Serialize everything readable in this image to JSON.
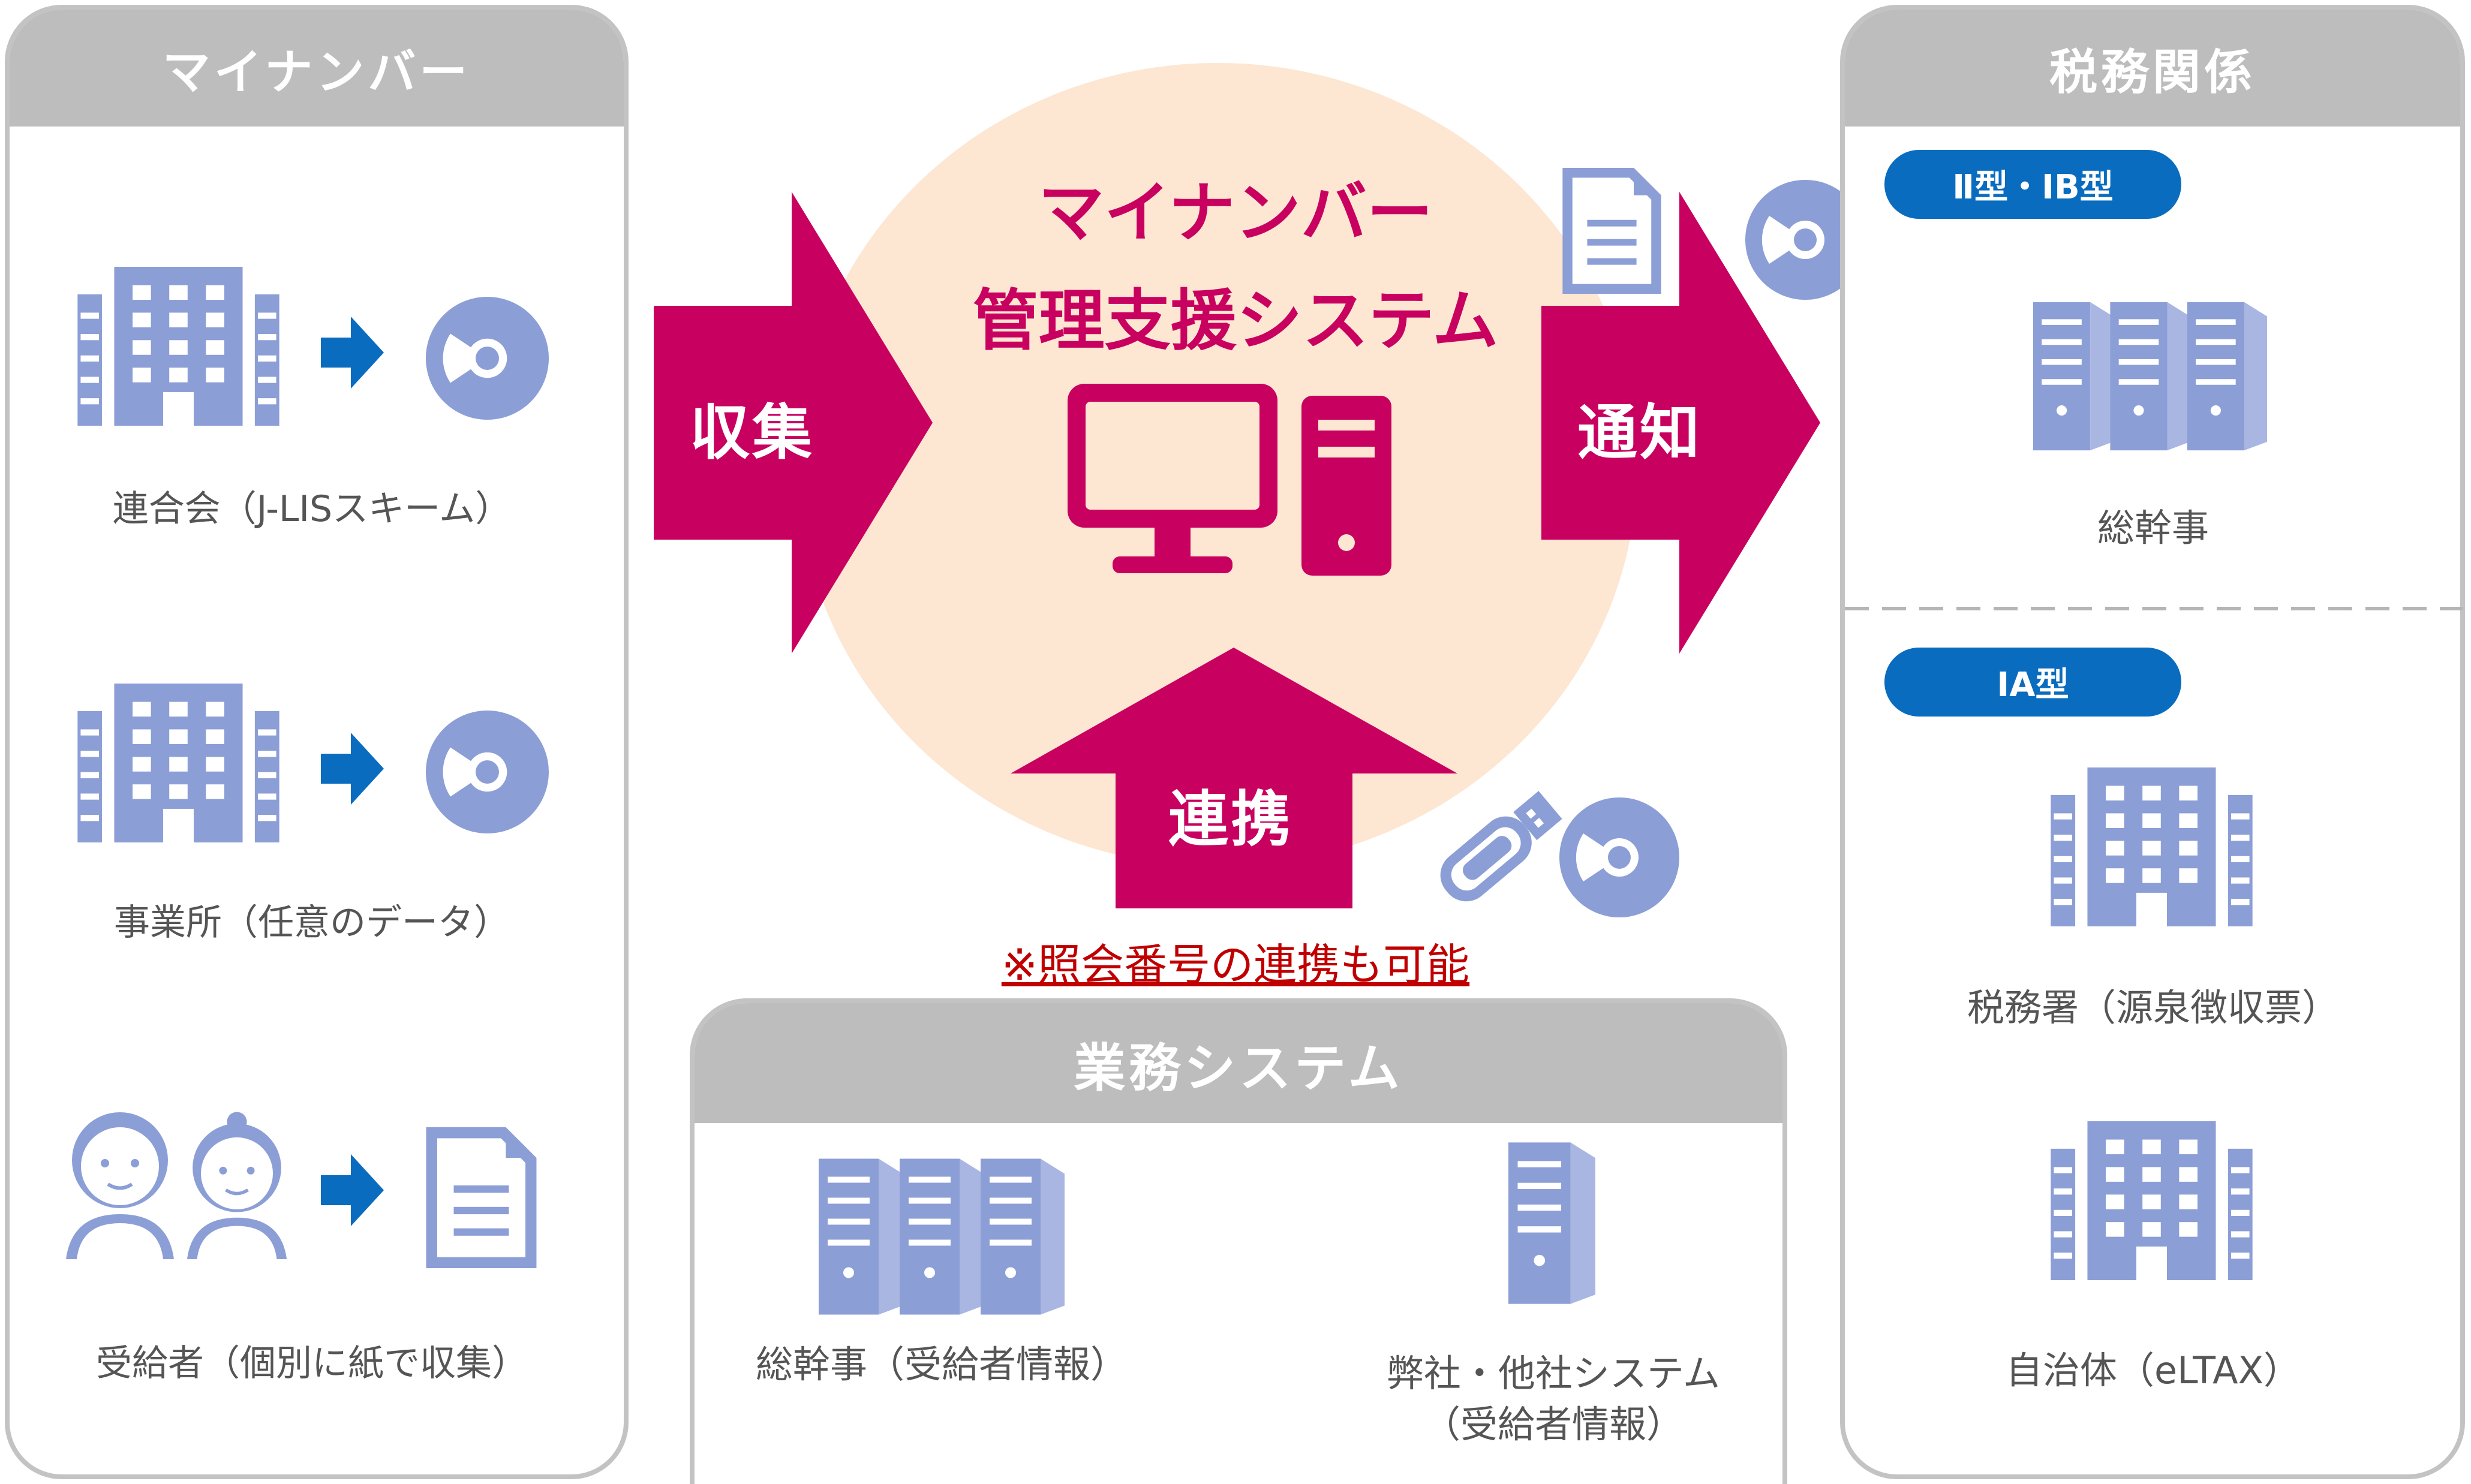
{
  "colors": {
    "magenta": "#c8005f",
    "icon_blue": "#8c9ed6",
    "arrow_blue": "#0a6cbf",
    "panel_border": "#c3c3c3",
    "header_gray": "#bdbdbd",
    "circle_bg": "#fde6d2",
    "note_red": "#c00000"
  },
  "left_panel": {
    "header": "マイナンバー",
    "rows": [
      {
        "caption": "連合会（J-LISスキーム）",
        "source_icon": "office-building-icon",
        "target_icon": "cd-disc-icon"
      },
      {
        "caption": "事業所（任意のデータ）",
        "source_icon": "office-building-icon",
        "target_icon": "cd-disc-icon"
      },
      {
        "caption": "受給者（個別に紙で収集）",
        "source_icon": "elderly-couple-icon",
        "target_icon": "paper-document-icon"
      }
    ]
  },
  "center": {
    "title_line1": "マイナンバー",
    "title_line2": "管理支援システム",
    "icon": "desktop-computer-icon",
    "collect_label": "収集",
    "notify_label": "通知",
    "link_label": "連携",
    "note": "※照会番号の連携も可能",
    "media_icons": [
      "usb-drive-icon",
      "cd-disc-icon",
      "paper-document-icon"
    ]
  },
  "bottom_panel": {
    "header": "業務システム",
    "items": [
      {
        "caption": "総幹事（受給者情報）",
        "icon": "server-rack-icon"
      },
      {
        "caption_line1": "弊社・他社システム",
        "caption_line2": "（受給者情報）",
        "icon": "server-tower-icon"
      }
    ]
  },
  "right_panel": {
    "header": "税務関係",
    "badge_top": "Ⅱ型・ⅠB型",
    "badge_bottom": "ⅠA型",
    "items": [
      {
        "caption": "総幹事",
        "icon": "server-rack-icon"
      },
      {
        "caption": "税務署（源泉徴収票）",
        "icon": "office-building-icon"
      },
      {
        "caption": "自治体（eLTAX）",
        "icon": "office-building-icon"
      }
    ]
  }
}
